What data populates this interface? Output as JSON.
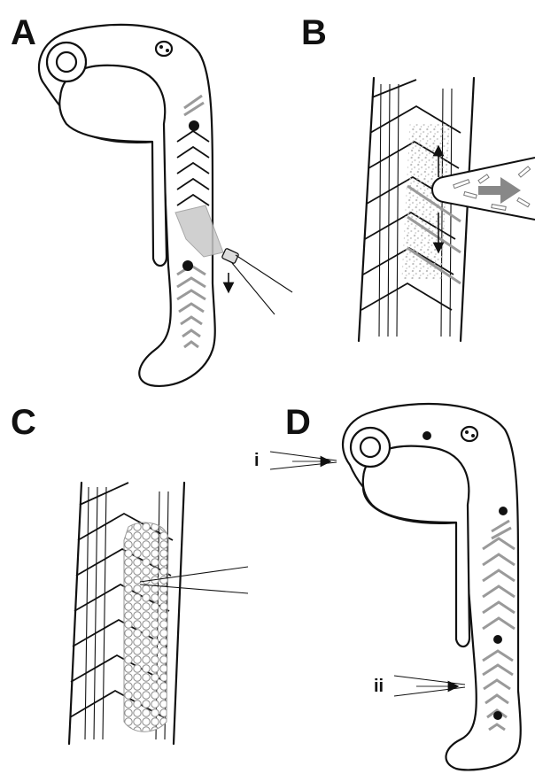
{
  "figure": {
    "panels": {
      "a": {
        "label": "A"
      },
      "b": {
        "label": "B"
      },
      "c": {
        "label": "C"
      },
      "d": {
        "label": "D"
      }
    },
    "annotations": {
      "i": "i",
      "ii": "ii"
    }
  },
  "colors": {
    "outline": "#111111",
    "gray_tissue": "#9a9a9a",
    "graft_fill": "#c8c8c8",
    "arrow_gray": "#888888"
  }
}
